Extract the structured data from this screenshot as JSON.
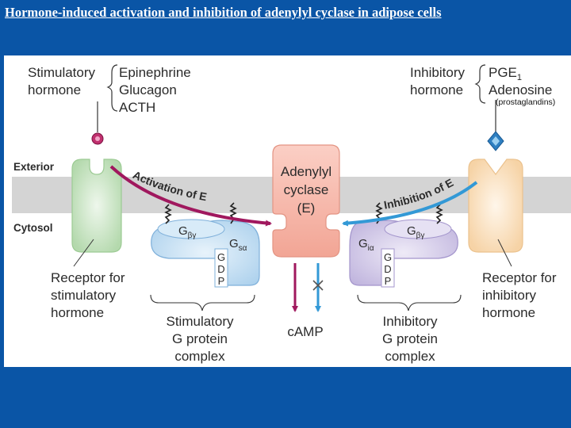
{
  "title": "Hormone-induced activation and inhibition of adenylyl cyclase in adipose cells",
  "stimulatory": {
    "label_line1": "Stimulatory",
    "label_line2": "hormone",
    "hormones": [
      "Epinephrine",
      "Glucagon",
      "ACTH"
    ]
  },
  "inhibitory": {
    "label_line1": "Inhibitory",
    "label_line2": "hormone",
    "hormone_pge": "PGE",
    "hormone_pge_sub": "1",
    "hormone_adenosine": "Adenosine",
    "note": "(prostaglandins)"
  },
  "regions": {
    "exterior": "Exterior",
    "cytosol": "Cytosol"
  },
  "enzyme": {
    "line1": "Adenylyl",
    "line2": "cyclase",
    "line3": "(E)"
  },
  "arrows": {
    "activation": "Activation of E",
    "inhibition": "Inhibition of E"
  },
  "g_proteins": {
    "beta_gamma": "G",
    "beta_gamma_sub": "βγ",
    "g_s": "G",
    "g_s_sub": "sα",
    "g_i": "G",
    "g_i_sub": "iα",
    "gdp": [
      "G",
      "D",
      "P"
    ]
  },
  "receptors": {
    "stim": [
      "Receptor for",
      "stimulatory",
      "hormone"
    ],
    "inhib": [
      "Receptor for",
      "inhibitory",
      "hormone"
    ]
  },
  "complexes": {
    "stim": [
      "Stimulatory",
      "G protein",
      "complex"
    ],
    "inhib": [
      "Inhibitory",
      "G protein",
      "complex"
    ]
  },
  "product": "cAMP",
  "colors": {
    "background": "#0a55a6",
    "membrane": "#d4d4d4",
    "stim_receptor": "#c6e3c0",
    "inhib_receptor": "#fbe3c2",
    "cyclase": "#f6b6a8",
    "g_stim": "#bcd9f1",
    "g_inhib": "#cec4e6",
    "activation_arrow": "#a0185e",
    "inhibition_arrow": "#3399d6"
  }
}
